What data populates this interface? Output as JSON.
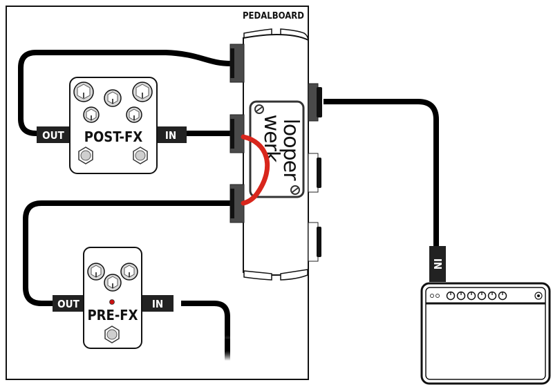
{
  "diagram": {
    "board_label": "PEDALBOARD",
    "looper": {
      "brand_line1": "looper",
      "brand_line2": "werk"
    },
    "pedals": {
      "post_fx": {
        "name": "POST-FX",
        "out_label": "OUT",
        "in_label": "IN"
      },
      "pre_fx": {
        "name": "PRE-FX",
        "out_label": "OUT",
        "in_label": "IN"
      }
    },
    "amp": {
      "in_label": "IN",
      "knob_count": 6
    },
    "colors": {
      "cable": "#000000",
      "jack_dark": "#4a4a4a",
      "jack_light": "#ffffff",
      "loop_cable": "#d8261c",
      "led": "#cc1111",
      "footswitch": "#cfcfcf",
      "knob": "#d9d9d9",
      "label_bg": "#222222",
      "label_text": "#ffffff"
    }
  }
}
